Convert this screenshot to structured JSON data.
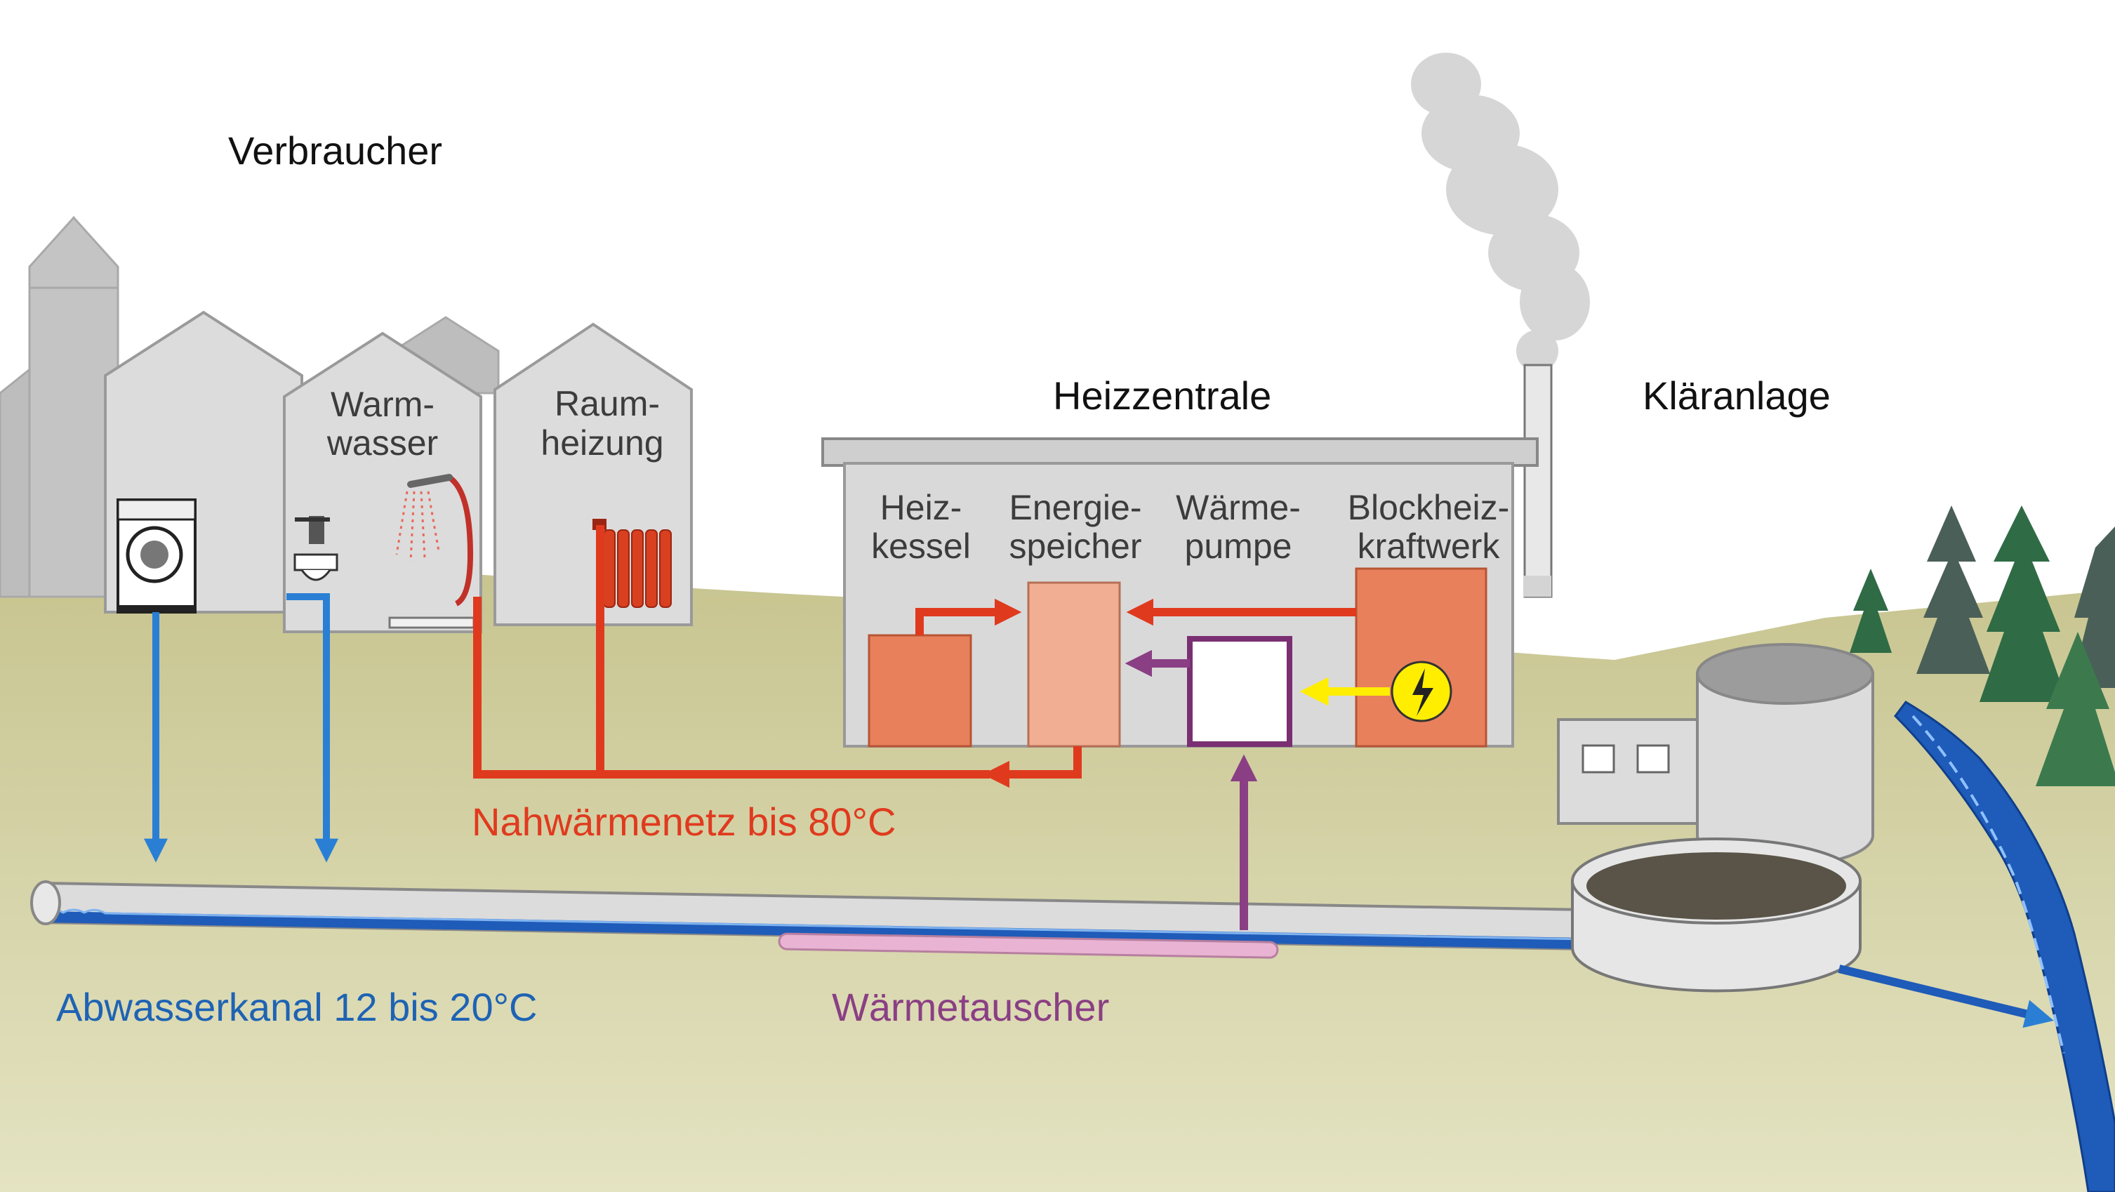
{
  "labels": {
    "verbraucher": "Verbraucher",
    "heizzentrale": "Heizzentrale",
    "klaeranlage": "Kläranlage",
    "warmwasser": [
      "Warm-",
      "wasser"
    ],
    "raumheizung": [
      "Raum-",
      "heizung"
    ],
    "heizkessel": [
      "Heiz-",
      "kessel"
    ],
    "energiespeicher": [
      "Energie-",
      "speicher"
    ],
    "waermepumpe": [
      "Wärme-",
      "pumpe"
    ],
    "bhkw": [
      "Blockheiz-",
      "kraftwerk"
    ],
    "nahwaermenetz": "Nahwärmenetz bis 80°C",
    "abwasserkanal": "Abwasserkanal 12 bis 20°C",
    "waermetauscher": "Wärmetauscher"
  },
  "colors": {
    "heat_flow": "#e03a1e",
    "wastewater_flow": "#2a7fd4",
    "heat_pump_flow": "#8a3f84",
    "electricity": "#ffee00",
    "ground": "#cfcd9c",
    "building": "#d8d8d8",
    "unit": "#e8805c"
  },
  "icons": [
    "washing-machine-icon",
    "faucet-icon",
    "shower-icon",
    "radiator-icon",
    "lightning-icon",
    "smoke-icon",
    "tree-icon",
    "river-icon"
  ]
}
